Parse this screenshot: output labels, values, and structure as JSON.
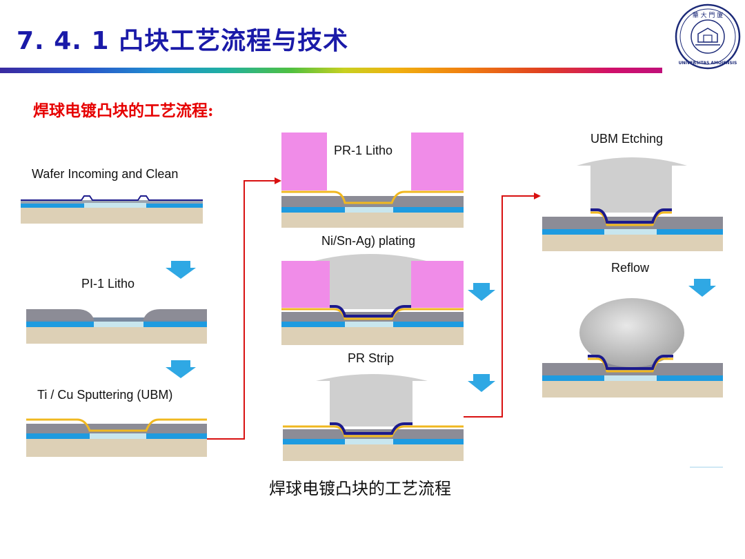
{
  "header": {
    "title": "7. 4. 1  凸块工艺流程与技术"
  },
  "seal": {
    "top_text": "華 大 門 廈",
    "bottom_text": "UNIVERSITAS AMOIENSIS"
  },
  "subtitle": "焊球电镀凸块的工艺流程:",
  "steps": [
    {
      "label": "Wafer Incoming and Clean"
    },
    {
      "label": "PI-1 Litho"
    },
    {
      "label": "Ti / Cu Sputtering (UBM)"
    },
    {
      "label": "PR-1 Litho"
    },
    {
      "label": "Ni/Sn-Ag) plating"
    },
    {
      "label": "PR Strip"
    },
    {
      "label": "UBM Etching"
    },
    {
      "label": "Reflow"
    }
  ],
  "caption": "焊球电镀凸块的工艺流程",
  "colors": {
    "title": "#1a1aa8",
    "subtitle": "#e60000",
    "substrate": "#ddd0b6",
    "blue_layer": "#1e9be0",
    "gray_layer": "#9aa4b0",
    "gold_ubm": "#f0b820",
    "navy_nickel": "#1c1a8c",
    "photoresist": "#f08ce8",
    "solder": "#cfcfcf",
    "arrow_blue": "#2fa8e4",
    "flow_red": "#d81010"
  }
}
